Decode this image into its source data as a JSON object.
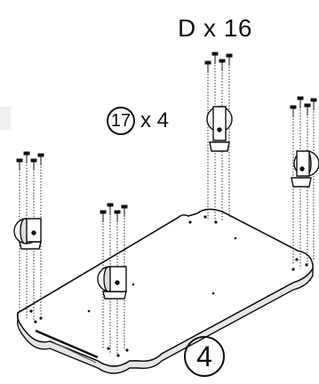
{
  "screw_label": "D x 16",
  "caster_label": {
    "part_number": "17",
    "quantity_text": "x 4"
  },
  "step_number": "4"
}
